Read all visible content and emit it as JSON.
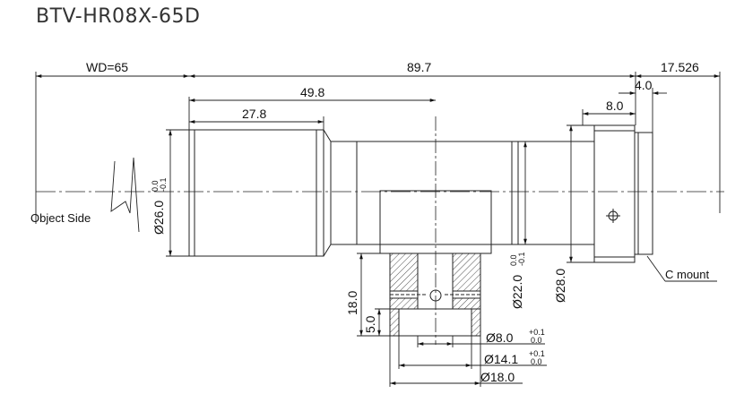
{
  "title": "BTV-HR08X-65D",
  "dims": {
    "wd": "WD=65",
    "total": "89.7",
    "d49": "49.8",
    "d27": "27.8",
    "d17": "17.526",
    "d4": "4.0",
    "d8": "8.0",
    "phi26": "Ø26.0",
    "phi26_tol_up": "0.0",
    "phi26_tol_dn": "-0.1",
    "phi22": "Ø22.0",
    "phi22_tol_up": "0.0",
    "phi22_tol_dn": "-0.1",
    "phi28": "Ø28.0",
    "h18": "18.0",
    "h5": "5.0",
    "phi8": "Ø8.0",
    "phi8_tol_up": "+0.1",
    "phi8_tol_dn": "0.0",
    "phi14": "Ø14.1",
    "phi14_tol_up": "+0.1",
    "phi14_tol_dn": "0.0",
    "phi18": "Ø18.0"
  },
  "labels": {
    "object_side": "Object Side",
    "c_mount": "C mount"
  }
}
